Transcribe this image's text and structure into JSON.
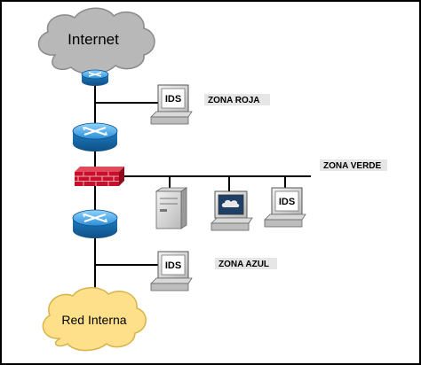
{
  "diagram": {
    "internet_label": "Internet",
    "internal_label": "Red Interna",
    "zones": {
      "red": "ZONA ROJA",
      "green": "ZONA VERDE",
      "blue": "ZONA AZUL"
    },
    "ids_label": "IDS",
    "colors": {
      "internet_cloud": "#b8b8b8",
      "internal_cloud": "#ffe08a",
      "router": "#3aa6e8",
      "firewall": "#c8102e",
      "zone_label_bg": "#e6e6e6"
    }
  }
}
